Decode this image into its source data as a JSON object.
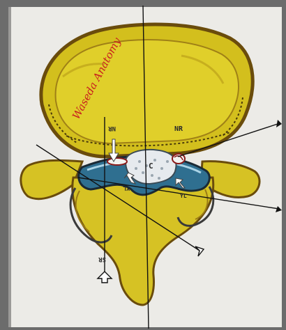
{
  "figure": {
    "labels": {
      "nr_left": "NR",
      "nr_right": "NR",
      "center": "C",
      "yl_left": "YL",
      "yl_right": "YL",
      "bottom_code": "SR",
      "signature": "Waseda Anatomy"
    },
    "colors": {
      "background": "#ecebe7",
      "vertebra_fill": "#d8c520",
      "vertebra_outline": "#6a4c0c",
      "canal_blue": "#2f6f90",
      "line": "#111111",
      "signature": "#c81e1e"
    },
    "icons": [
      "arrow-head-icon",
      "open-arrow-icon",
      "white-arrow-icon"
    ]
  }
}
